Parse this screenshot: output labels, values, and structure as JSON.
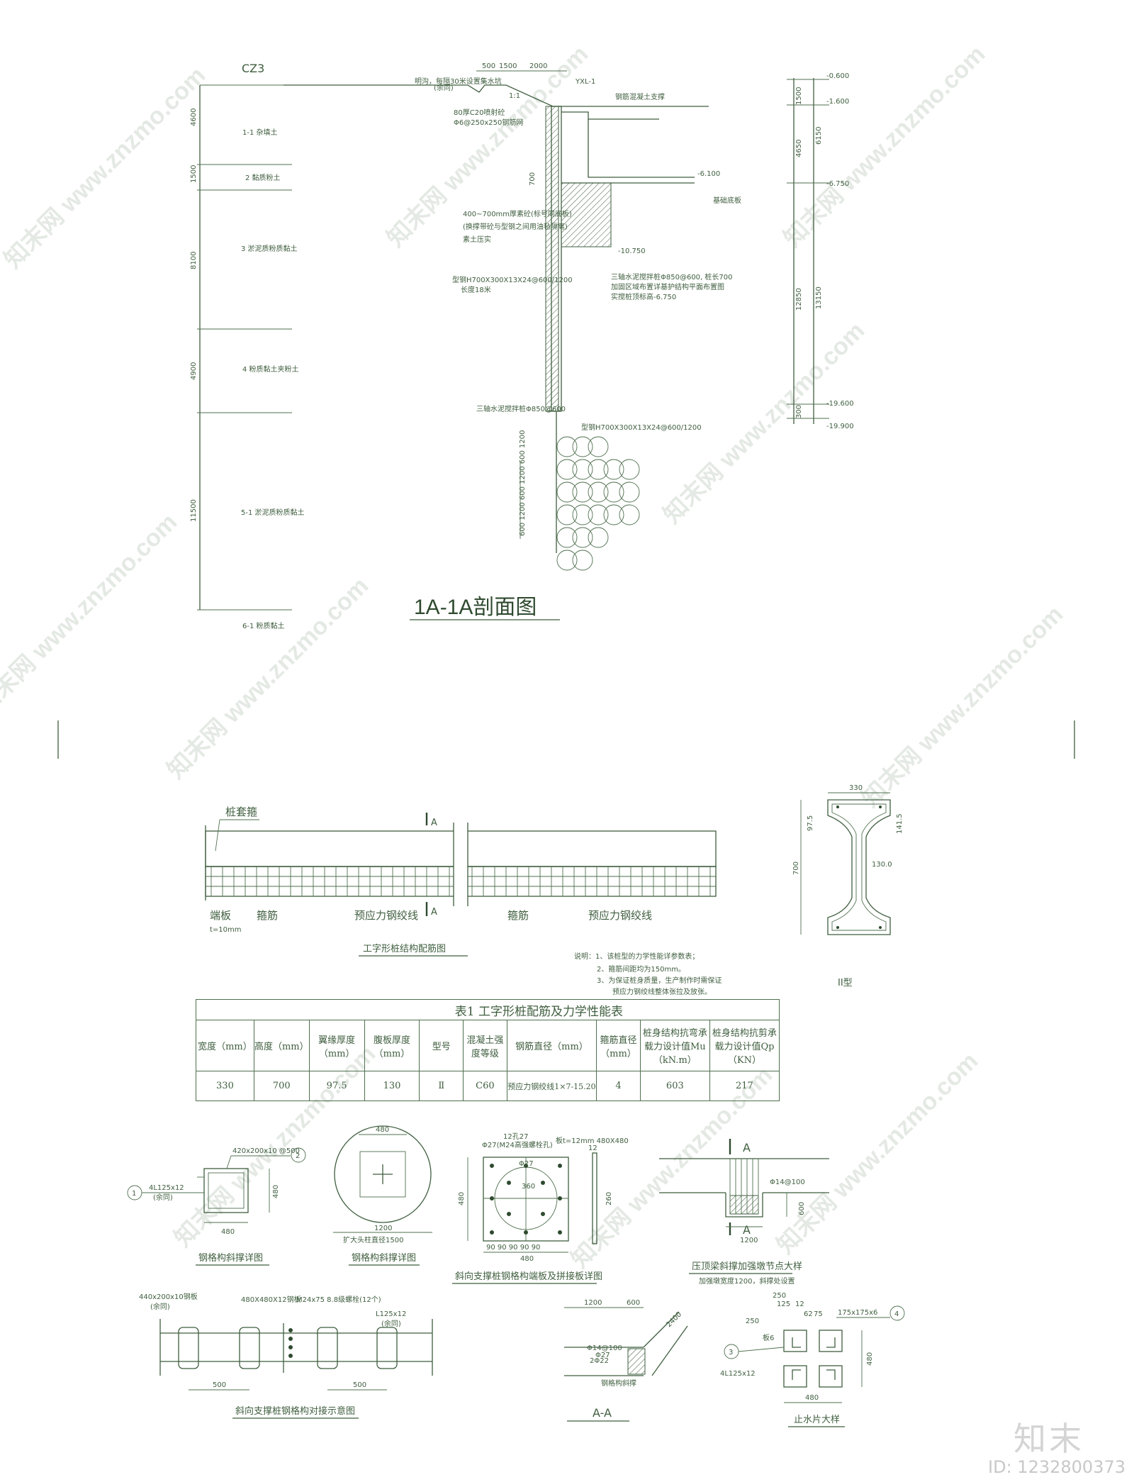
{
  "section": {
    "tag": "CZ3",
    "title": "1A-1A剖面图",
    "depths": [
      "4600",
      "1500",
      "8100",
      "4900",
      "11500"
    ],
    "soils": [
      "1-1  杂填土",
      "2  黏质粉土",
      "3  淤泥质粉质黏土",
      "4  粉质黏土夹粉土",
      "5-1  淤泥质粉质黏土",
      "6-1  粉质黏土"
    ],
    "top_dims": [
      "500",
      "1500",
      "2000"
    ],
    "right_dims": [
      "1500",
      "4650",
      "6150",
      "12850",
      "13150",
      "300"
    ],
    "elevations": [
      "-0.600",
      "-1.600",
      "-6.100",
      "-6.750",
      "-10.750",
      "-19.600",
      "-19.900"
    ],
    "notes": {
      "ditch": "明沟，每隔30米设置集水坑",
      "ditch_sub": "(余同)",
      "slope": "1:1",
      "crown": "80厚C20喷射砼",
      "crown2": "Φ6@250x250钢筋网",
      "yxl": "YXL-1",
      "upper_beam": "钢筋混凝土支撑",
      "h700": "700",
      "wall1": "400~700mm厚素砼(标号同底板)",
      "wall2": "(换撑带砼与型钢之间用油毡隔离)",
      "wall3": "素土压实",
      "base": "基础底板",
      "steel": "型钢H700X300X13X24@600/1200",
      "steel_len": "长度18米",
      "mixpile": "三轴水泥搅拌桩Φ850@600, 桩长700",
      "mixpile2": "加固区域布置详基护结构平面布置图",
      "mixpile3": "实搅桩顶标高-6.750",
      "bottom_pile": "三轴水泥搅拌桩Φ850@600",
      "steel2": "型钢H700X300X13X24@600/1200",
      "plan_pile": "三轴水泥搅拌桩Φ850@600",
      "plan_dims": "600 1200 600 1200 600 1200"
    }
  },
  "pile": {
    "title": "工字形桩结构配筋图",
    "labels": {
      "sleeve": "桩套箍",
      "endplate": "端板",
      "t": "t=10mm",
      "stirrup1": "箍筋",
      "strand1": "预应力钢绞线",
      "stirrup2": "箍筋",
      "strand2": "预应力钢绞线",
      "a": "A"
    },
    "notes": [
      "说明：1、该桩型的力学性能详参数表；",
      "2、箍筋间距均为150mm。",
      "3、为保证桩身质量，生产制作时需保证",
      "预应力钢绞线整体张拉及放张。"
    ],
    "xs": {
      "title": "II型",
      "w": "330",
      "h": "700",
      "f1": "97.5",
      "f2": "141.5",
      "web": "130.0"
    }
  },
  "table": {
    "caption": "表1  工字形桩配筋及力学性能表",
    "headers": [
      "宽度（mm）",
      "高度（mm）",
      "翼缘厚度（mm）",
      "腹板厚度（mm）",
      "型号",
      "混凝土强度等级",
      "钢筋直径（mm）",
      "箍筋直径（mm）",
      "桩身结构抗弯承载力设计值Mu（kN.m）",
      "桩身结构抗剪承载力设计值Qp（KN）"
    ],
    "row": [
      "330",
      "700",
      "97.5",
      "130",
      "Ⅱ",
      "C60",
      "预应力钢绞线1×7-15.20",
      "4",
      "603",
      "217"
    ]
  },
  "details": {
    "d1": {
      "title": "钢格构斜撑详图",
      "plate": "420x200x10 @500",
      "angle": "4L125x12",
      "angle_sub": "(余同)",
      "w": "480",
      "h": "480",
      "c1": "1",
      "c2": "2"
    },
    "d2": {
      "title": "钢格构斜撑详图",
      "w": "480",
      "note": "扩大头柱直径1500",
      "dim": "1200"
    },
    "d3": {
      "title": "斜向支撑桩钢格构端板及拼接板详图",
      "top": "12孔27",
      "bolt": "Φ27(M24高强螺栓孔)",
      "plate": "板t=12mm 480X480",
      "hole": "Φ27",
      "c": "360",
      "dims": "90 90 90 90 90",
      "total": "480",
      "h": "480",
      "t": "12",
      "side": "260"
    },
    "d4": {
      "title": "压顶梁斜撑加强墩节点大样",
      "sub": "加强墩宽度1200，斜撑处设置",
      "rebar": "Φ14@100",
      "dim": "1200",
      "h": "600",
      "a": "A"
    },
    "d5": {
      "title": "斜向支撑桩钢格构对接示意图",
      "plate": "440x200x10钢板",
      "plate_sub": "(余同)",
      "pl2": "480X480X12钢板",
      "bolt": "M24x75 8.8级螺栓(12个)",
      "angle": "L125x12",
      "angle_sub": "(余同)",
      "d1": "500",
      "d2": "500"
    },
    "d6": {
      "title": "A-A",
      "d1": "1200",
      "d2": "600",
      "r1": "Φ14@100",
      "r2": "2Φ22",
      "r3": "Φ27",
      "diag": "2400",
      "bar": "钢格构斜撑"
    },
    "d7": {
      "title": "止水片大样",
      "plate": "175x175x6",
      "c3": "3",
      "c4": "4",
      "angle": "4L125x12",
      "d250": "250",
      "d125": "125",
      "d12": "12",
      "d62": "62",
      "d75": "75",
      "d480": "480",
      "d480b": "480",
      "plate2": "板6"
    }
  },
  "watermark": "知末网 www.znzmo.com",
  "brand": "知末",
  "image_id": "ID: 1232800373"
}
